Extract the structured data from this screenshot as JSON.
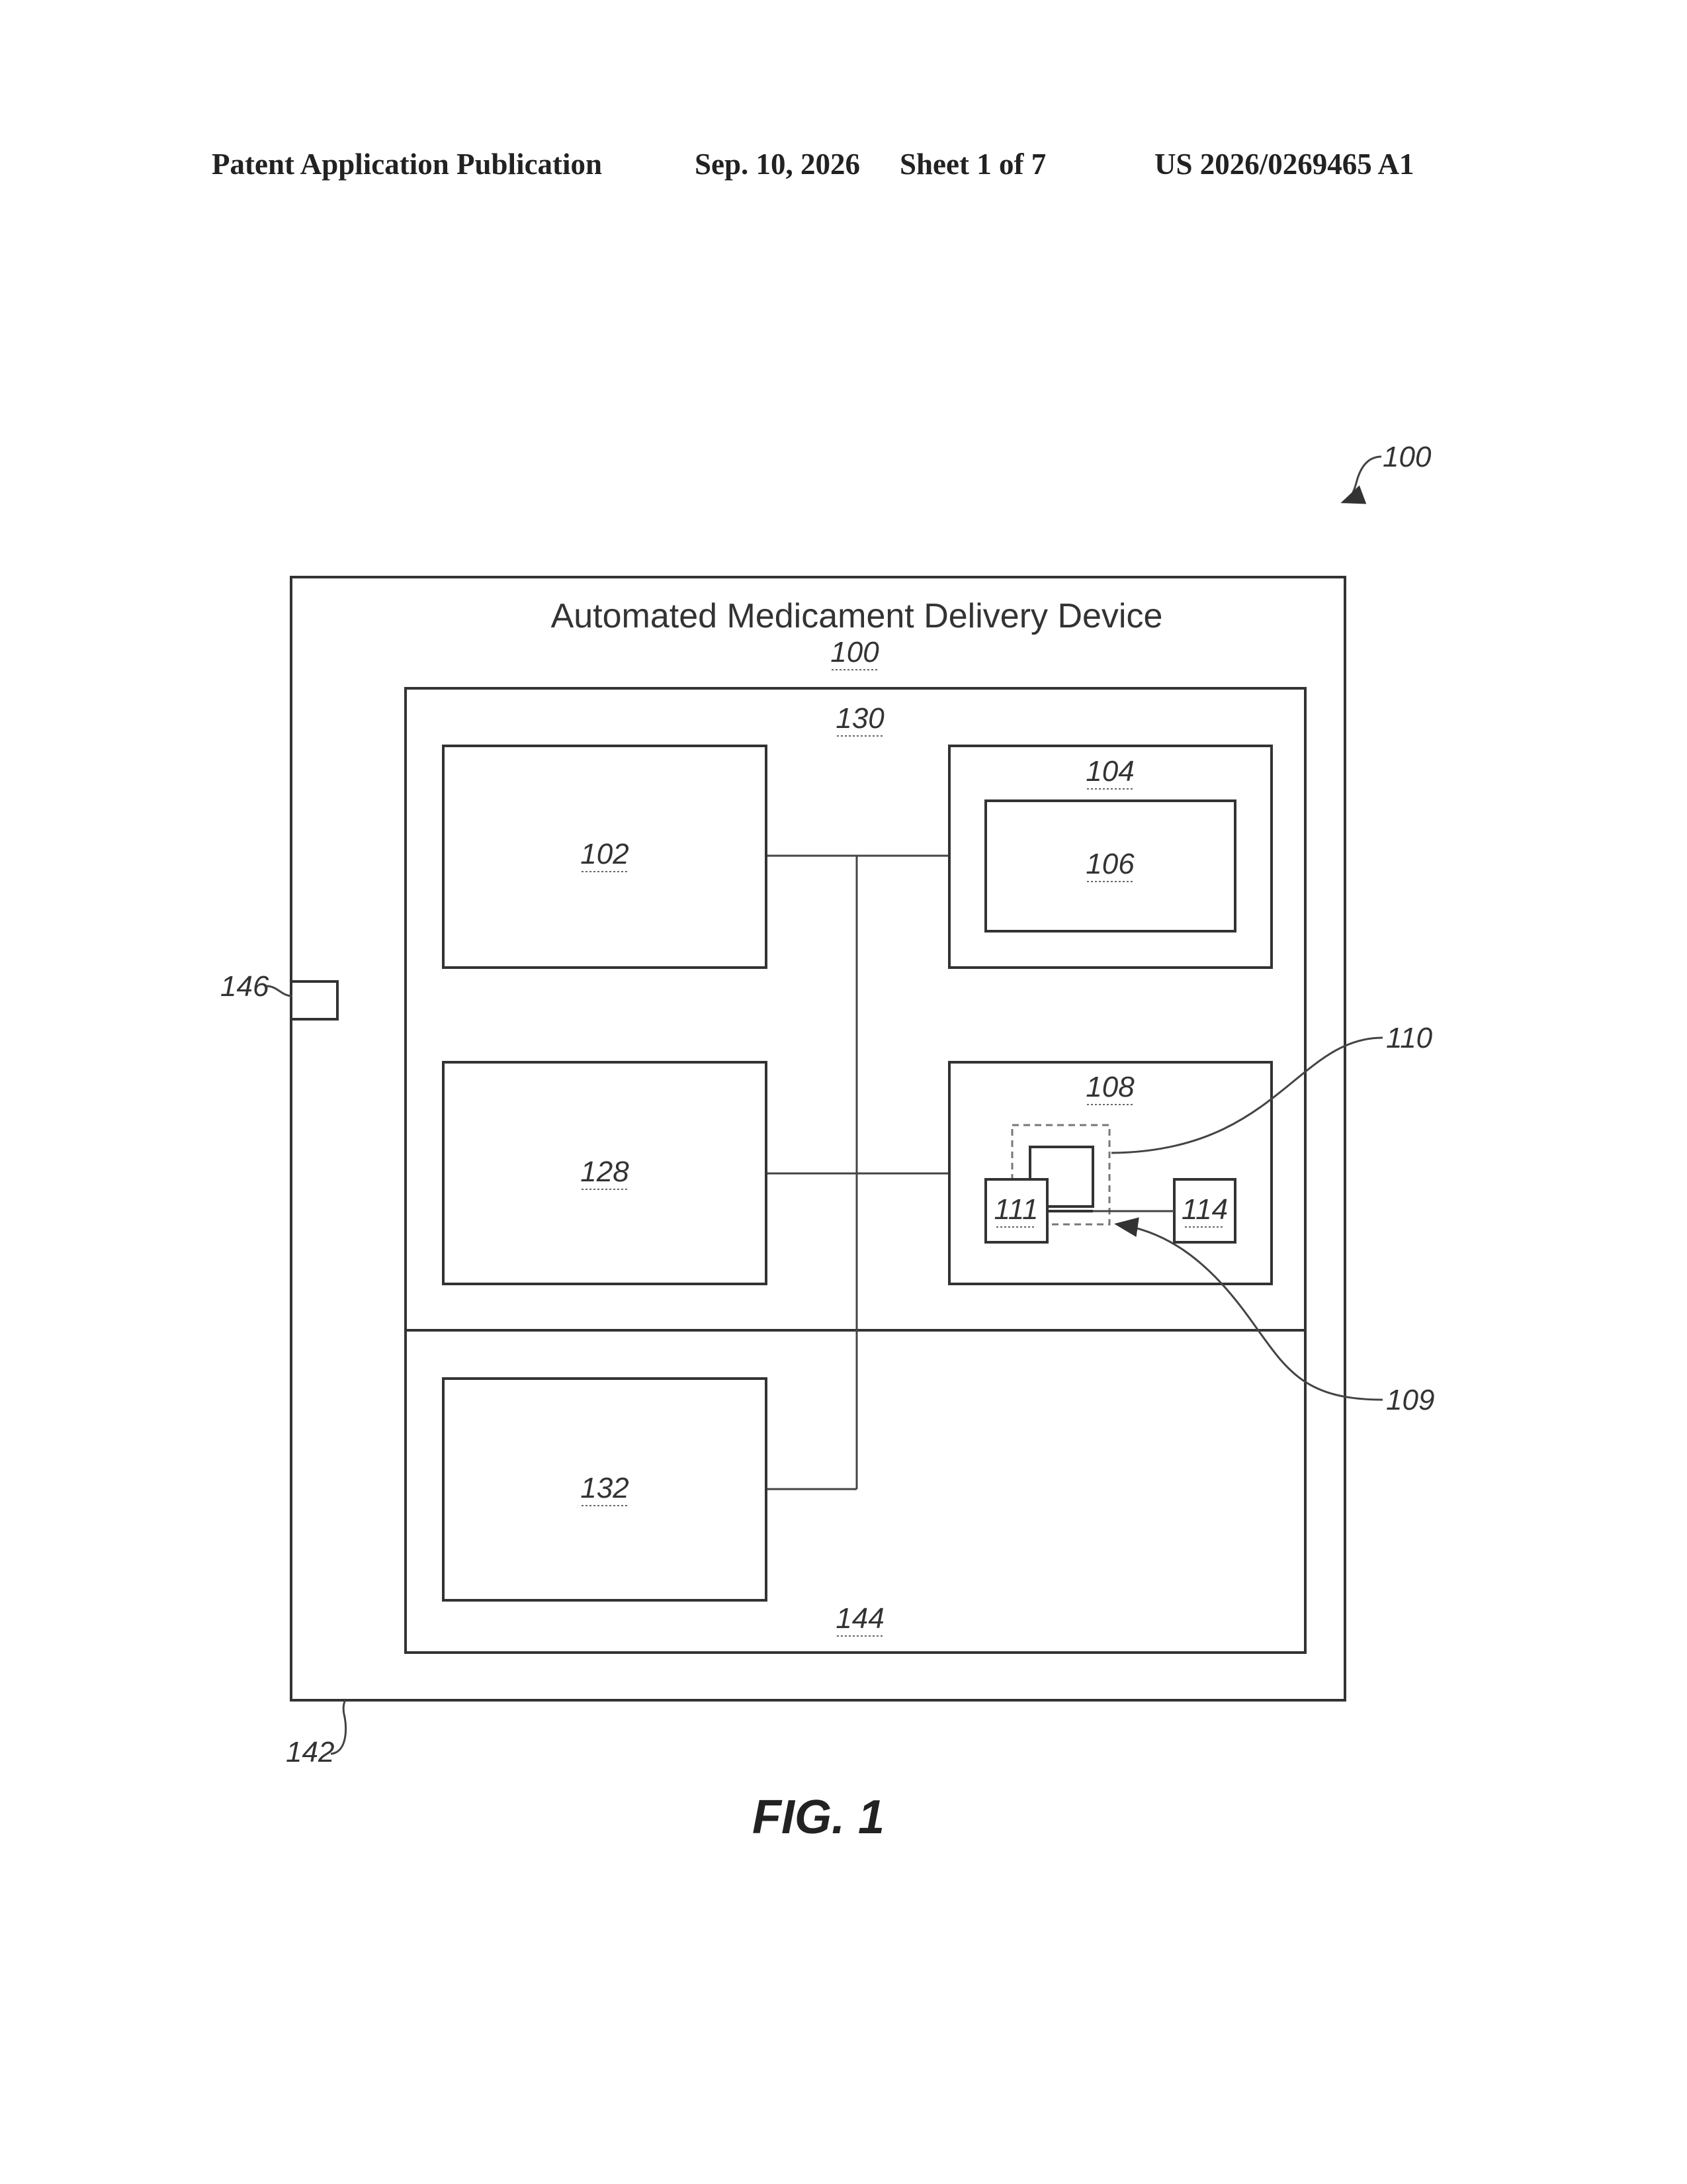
{
  "header": {
    "publication": "Patent Application Publication",
    "date": "Sep. 10, 2026",
    "sheet": "Sheet 1 of 7",
    "number": "US 2026/0269465 A1"
  },
  "figure": {
    "caption": "FIG. 1",
    "device_title": "Automated Medicament Delivery Device",
    "refs": {
      "device_top": "100",
      "device_in_box": "100",
      "housing": "142",
      "button": "146",
      "module_130": "130",
      "module_144": "144",
      "block_102": "102",
      "block_104": "104",
      "block_106": "106",
      "block_108": "108",
      "block_109": "109",
      "block_110": "110",
      "block_111": "111",
      "block_114": "114",
      "block_128": "128",
      "block_132": "132"
    }
  }
}
